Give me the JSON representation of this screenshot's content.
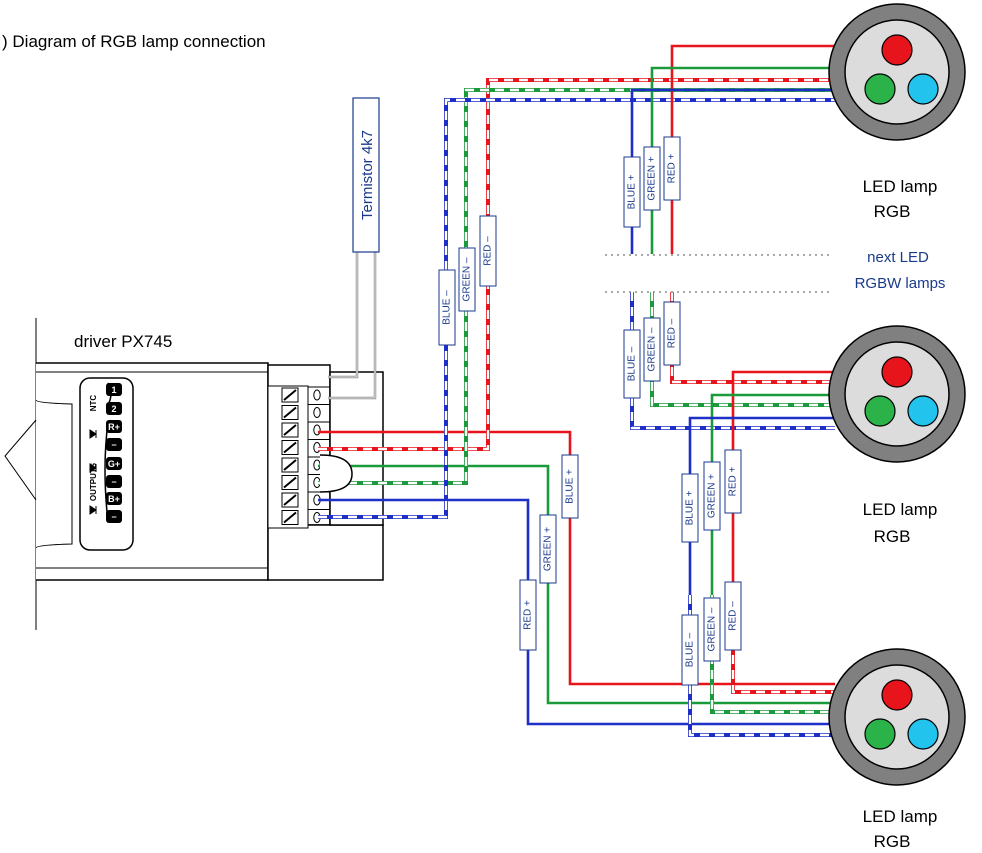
{
  "title": ") Diagram of RGB lamp connection",
  "driver": {
    "label": "driver PX745",
    "ntc_label": "NTC",
    "outputs_label": "OUTPUTS",
    "terminals": [
      "1",
      "2",
      "R+",
      "−",
      "G+",
      "−",
      "B+",
      "−"
    ]
  },
  "thermistor": {
    "label": "Termistor 4k7"
  },
  "lamps": [
    {
      "line1": "LED lamp",
      "line2": "RGB"
    },
    {
      "line1": "LED lamp",
      "line2": "RGB"
    },
    {
      "line1": "LED lamp",
      "line2": "RGB"
    }
  ],
  "next_lamps": {
    "line1": "next LED",
    "line2": "RGBW lamps"
  },
  "wire_tags": {
    "blue_plus": "BLUE +",
    "green_plus": "GREEN +",
    "red_plus": "RED +",
    "blue_minus": "BLUE –",
    "green_minus": "GREEN –",
    "red_minus": "RED –"
  },
  "colors": {
    "red": "#e8141b",
    "green": "#1a9a3a",
    "blue": "#1e2fc8",
    "label_blue": "#1a3a8c",
    "lamp_outer": "#808080",
    "lamp_inner": "#dcdcdc",
    "led_red": "#e8141b",
    "led_green": "#2bb34a",
    "led_blue": "#22c4ee",
    "thermistor_wire": "#9a9a9a"
  }
}
